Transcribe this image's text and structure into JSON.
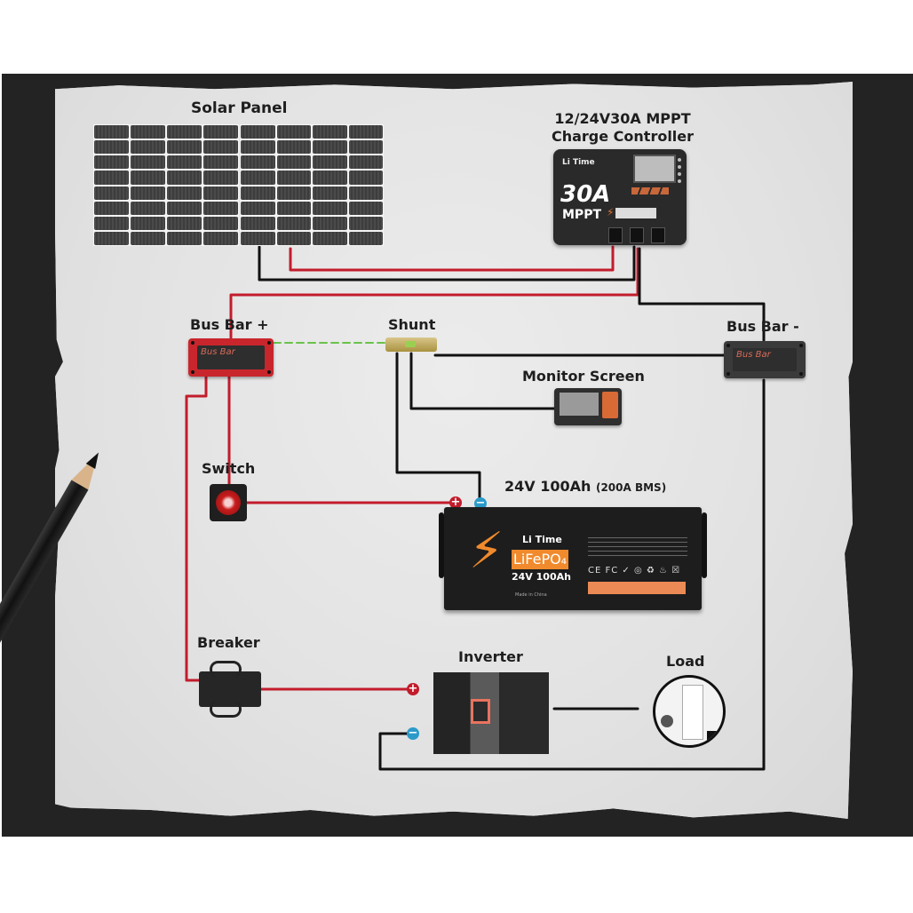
{
  "diagram": {
    "title": "Solar power system wiring diagram",
    "colors": {
      "background_frame": "#232323",
      "paper": "#e4e4e4",
      "positive_wire": "#c21c2c",
      "negative_wire": "#111111",
      "communication_wire": "#6ac24a",
      "brand_orange": "#f08a2c",
      "positive_terminal": "#c21c2c",
      "negative_terminal": "#2b9ac9"
    },
    "components": {
      "solar_panel": {
        "label": "Solar Panel",
        "icon": "solar-panel-icon",
        "cells_per_module": 32,
        "modules": 2
      },
      "charge_controller": {
        "label_line1": "12/24V30A MPPT",
        "label_line2": "Charge Controller",
        "brand": "Li Time",
        "rating": "30A",
        "type": "MPPT",
        "icon": "charge-controller-icon"
      },
      "bus_bar_pos": {
        "label": "Bus Bar +",
        "face_text": "Bus Bar",
        "icon": "bus-bar-icon"
      },
      "shunt": {
        "label": "Shunt",
        "icon": "shunt-icon"
      },
      "bus_bar_neg": {
        "label": "Bus Bar -",
        "face_text": "Bus Bar",
        "icon": "bus-bar-icon"
      },
      "monitor": {
        "label": "Monitor Screen",
        "icon": "monitor-screen-icon"
      },
      "switch": {
        "label": "Switch",
        "icon": "battery-switch-icon"
      },
      "battery": {
        "label": "24V 100Ah",
        "label_note": "(200A BMS)",
        "brand": "Li Time",
        "chemistry": "LiFePO₄",
        "capacity": "24V 100Ah",
        "made_in": "Made in China",
        "certifications": "CE FC ✓ ◎ ♻ ♨ ☒",
        "icon": "battery-icon"
      },
      "breaker": {
        "label": "Breaker",
        "icon": "circuit-breaker-icon"
      },
      "inverter": {
        "label": "Inverter",
        "icon": "inverter-icon"
      },
      "load": {
        "label": "Load",
        "icon": "appliances-icon"
      }
    },
    "terminals": {
      "positive": "+",
      "negative": "−"
    },
    "connections": [
      {
        "from": "solar_panel",
        "to": "charge_controller",
        "polarity": "negative"
      },
      {
        "from": "solar_panel",
        "to": "charge_controller",
        "polarity": "positive"
      },
      {
        "from": "charge_controller",
        "to": "bus_bar_pos",
        "polarity": "positive"
      },
      {
        "from": "charge_controller",
        "to": "bus_bar_neg",
        "polarity": "negative"
      },
      {
        "from": "bus_bar_pos",
        "to": "shunt",
        "polarity": "communication"
      },
      {
        "from": "shunt",
        "to": "bus_bar_neg",
        "polarity": "negative"
      },
      {
        "from": "shunt",
        "to": "monitor",
        "polarity": "negative"
      },
      {
        "from": "shunt",
        "to": "battery",
        "polarity": "negative"
      },
      {
        "from": "bus_bar_pos",
        "to": "switch",
        "polarity": "positive"
      },
      {
        "from": "switch",
        "to": "battery",
        "polarity": "positive"
      },
      {
        "from": "bus_bar_pos",
        "to": "breaker",
        "polarity": "positive"
      },
      {
        "from": "breaker",
        "to": "inverter",
        "polarity": "positive"
      },
      {
        "from": "bus_bar_neg",
        "to": "inverter",
        "polarity": "negative"
      },
      {
        "from": "inverter",
        "to": "load",
        "polarity": "ac"
      }
    ]
  }
}
